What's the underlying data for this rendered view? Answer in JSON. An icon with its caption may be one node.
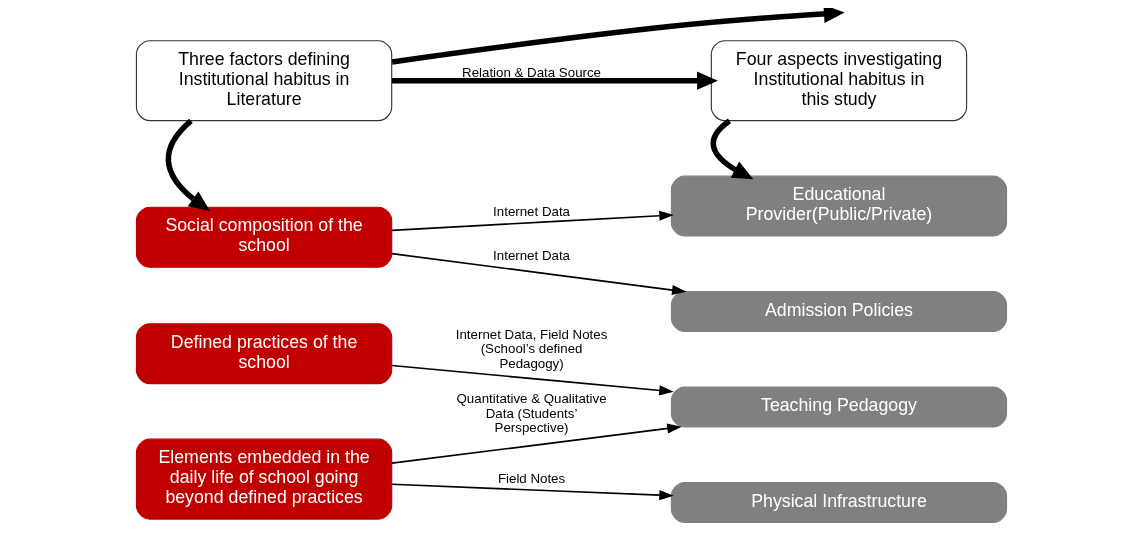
{
  "diagram": {
    "nodes": [
      {
        "text": [
          "Three factors defining Institutional habitus in Literature"
        ]
      },
      {
        "text": [
          "Four aspects investigating Institutional habitus in this study"
        ]
      },
      {
        "text": [
          "Social composition of the school"
        ]
      },
      {
        "text": [
          "Defined practices of the school"
        ]
      },
      {
        "text": [
          "Elements embedded in the daily life of school going beyond defined practices"
        ]
      },
      {
        "text": [
          "Educational Provider(Public/Private)"
        ]
      },
      {
        "text": [
          "Admission Policies"
        ]
      },
      {
        "text": [
          "Teaching Pedagogy"
        ]
      },
      {
        "text": [
          "Physical Infrastructure"
        ]
      }
    ],
    "edges": [
      {
        "from": 0,
        "to": 1,
        "arrow": "to",
        "label": "Relation & Data Source",
        "style": "thick"
      },
      {
        "from": 0,
        "to": null,
        "arrow": "to",
        "style": "thick"
      },
      {
        "from": 0,
        "to": 2,
        "arrow": "to",
        "style": "thick"
      },
      {
        "from": 1,
        "to": 5,
        "arrow": "to",
        "style": "thick"
      },
      {
        "from": 2,
        "to": 5,
        "arrow": "to",
        "label": "Internet Data"
      },
      {
        "from": 2,
        "to": 6,
        "arrow": "to",
        "label": "Internet Data"
      },
      {
        "from": 3,
        "to": 7,
        "arrow": "to",
        "label": "Internet Data, Field Notes (School’s defined Pedagogy)"
      },
      {
        "from": 4,
        "to": 7,
        "arrow": "to",
        "label": "Quantitative & Qualitative Data (Students’ Perspective)"
      },
      {
        "from": 4,
        "to": 8,
        "arrow": "to",
        "label": "Field Notes"
      }
    ]
  }
}
